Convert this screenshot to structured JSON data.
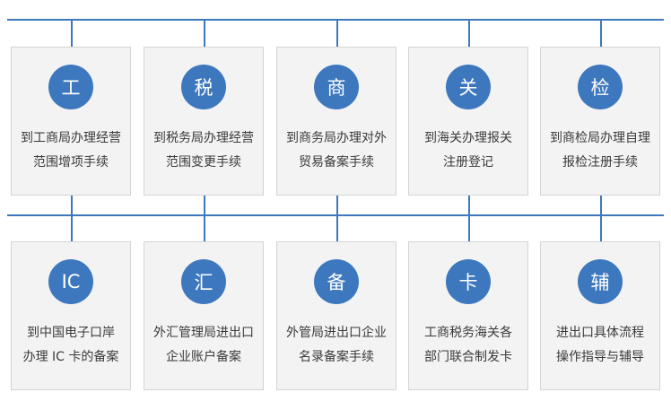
{
  "colors": {
    "accent": "#3d78be",
    "card_bg": "#f3f3f3",
    "card_border": "#d4d4d4",
    "text": "#3a3a3a"
  },
  "rows": [
    {
      "items": [
        {
          "icon": "工",
          "lines": [
            "到工商局办理经营",
            "范围增项手续"
          ]
        },
        {
          "icon": "税",
          "lines": [
            "到税务局办理经营",
            "范围变更手续"
          ]
        },
        {
          "icon": "商",
          "lines": [
            "到商务局办理对外",
            "贸易备案手续"
          ]
        },
        {
          "icon": "关",
          "lines": [
            "到海关办理报关",
            "注册登记"
          ]
        },
        {
          "icon": "检",
          "lines": [
            "到商检局办理自理",
            "报检注册手续"
          ]
        }
      ]
    },
    {
      "items": [
        {
          "icon": "IC",
          "lines": [
            "到中国电子口岸",
            "办理 IC 卡的备案"
          ]
        },
        {
          "icon": "汇",
          "lines": [
            "外汇管理局进出口",
            "企业账户备案"
          ]
        },
        {
          "icon": "备",
          "lines": [
            "外管局进出口企业",
            "名录备案手续"
          ]
        },
        {
          "icon": "卡",
          "lines": [
            "工商税务海关各",
            "部门联合制发卡"
          ]
        },
        {
          "icon": "辅",
          "lines": [
            "进出口具体流程",
            "操作指导与辅导"
          ]
        }
      ]
    }
  ]
}
